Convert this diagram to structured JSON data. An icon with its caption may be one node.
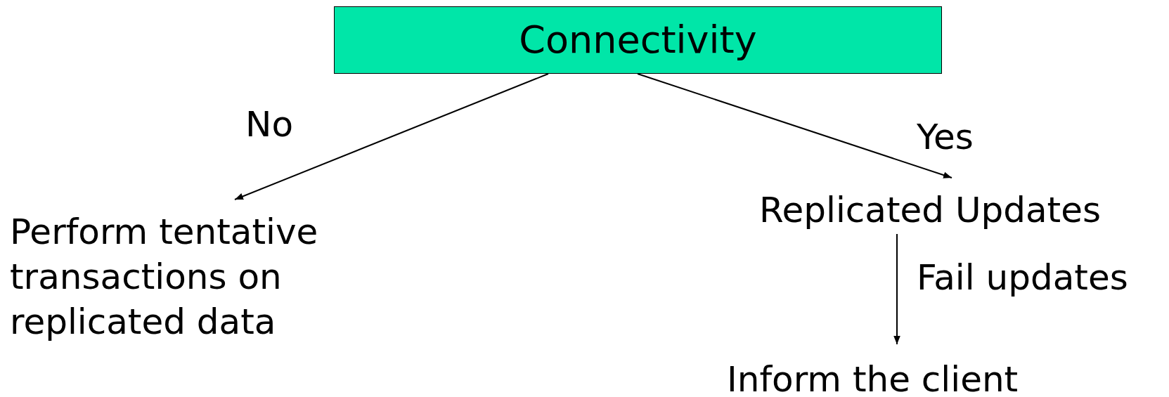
{
  "diagram": {
    "nodes": [
      {
        "text": [
          "Connectivity"
        ]
      },
      {
        "text": [
          "Perform tentative transactions on replicated data"
        ]
      },
      {
        "text": [
          "Replicated Updates"
        ]
      },
      {
        "text": [
          "Inform the client"
        ]
      }
    ],
    "edges": [
      {
        "from": 0,
        "to": 1,
        "arrow": "to",
        "label": "No"
      },
      {
        "from": 0,
        "to": 2,
        "arrow": "to",
        "label": "Yes"
      },
      {
        "from": 2,
        "to": 3,
        "arrow": "to",
        "label": "Fail updates"
      }
    ]
  }
}
